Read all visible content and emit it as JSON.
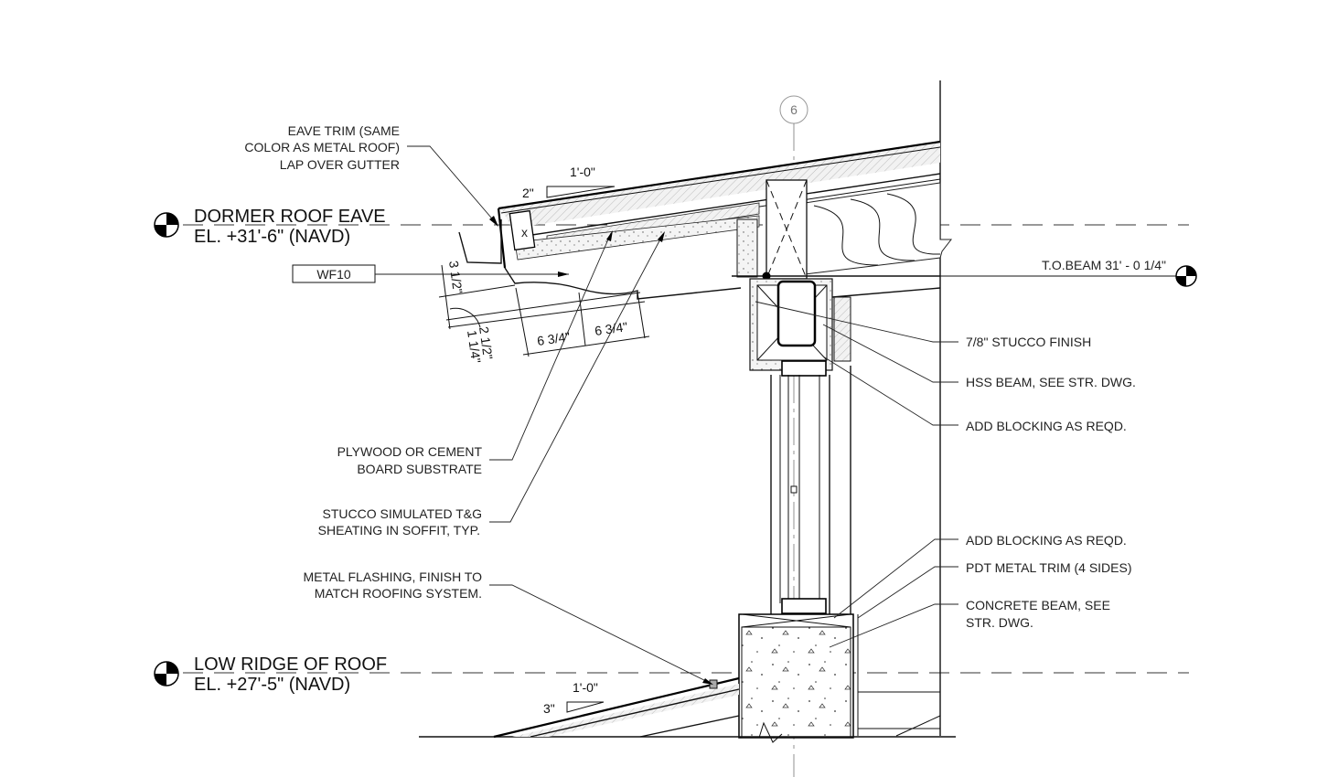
{
  "grid_bubble": "6",
  "levels": [
    {
      "name": "DORMER ROOF EAVE",
      "elevation": "EL. +31'-6\" (NAVD)"
    },
    {
      "name": "LOW RIDGE OF ROOF",
      "elevation": "EL. +27'-5\" (NAVD)"
    }
  ],
  "beam_level": "T.O.BEAM 31' - 0 1/4\"",
  "tag": "WF10",
  "slopes": [
    {
      "run": "1'-0\"",
      "rise": "2\""
    },
    {
      "run": "1'-0\"",
      "rise": "3\""
    }
  ],
  "dimensions": [
    "3 1/2\"",
    "2 1/2\"",
    "1 1/4\"",
    "6 3/4\"",
    "6 3/4\""
  ],
  "notes_left": [
    [
      "EAVE TRIM (SAME",
      "COLOR AS METAL ROOF)",
      "LAP OVER GUTTER"
    ],
    [
      "PLYWOOD OR CEMENT",
      "BOARD SUBSTRATE"
    ],
    [
      "STUCCO SIMULATED T&G",
      "SHEATING IN SOFFIT, TYP."
    ],
    [
      "METAL FLASHING, FINISH TO",
      "MATCH ROOFING SYSTEM."
    ]
  ],
  "notes_right": [
    [
      "7/8\" STUCCO FINISH"
    ],
    [
      "HSS BEAM, SEE STR. DWG."
    ],
    [
      "ADD BLOCKING AS REQD."
    ],
    [
      "ADD BLOCKING AS REQD."
    ],
    [
      "PDT METAL TRIM (4 SIDES)"
    ],
    [
      "CONCRETE BEAM, SEE",
      "STR. DWG."
    ]
  ]
}
